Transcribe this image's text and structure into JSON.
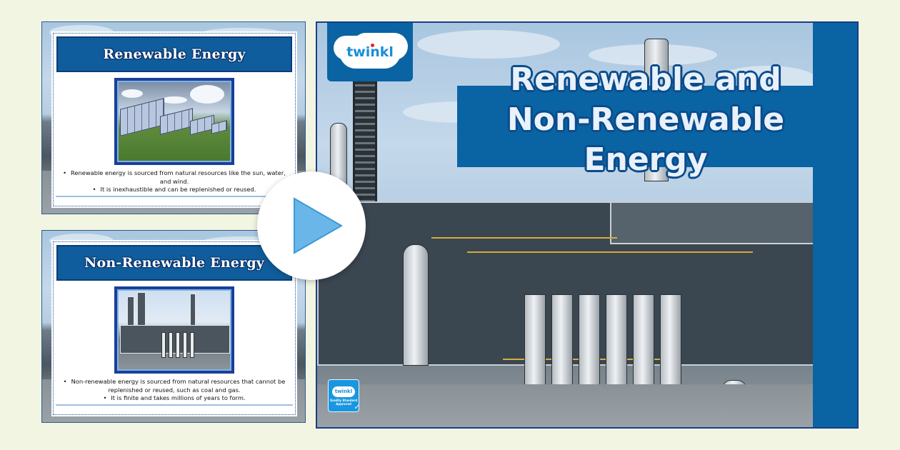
{
  "slides": [
    {
      "title": "Renewable Energy",
      "image": "solar-panels-illustration",
      "bullets": [
        "Renewable energy is sourced from natural resources like the sun, water, and wind.",
        "It is inexhaustible and can be replenished or reused."
      ]
    },
    {
      "title": "Non-Renewable Energy",
      "image": "refinery-illustration",
      "bullets": [
        "Non-renewable energy is sourced from natural resources that cannot be replenished or reused, such as coal and gas.",
        "It is finite and takes millions of years to form."
      ]
    }
  ],
  "main": {
    "title_lines": [
      "Renewable and",
      "Non-Renewable",
      "Energy"
    ],
    "logo": "twinkl",
    "badge": {
      "logo": "twinkl",
      "text": "Quality Standard Approved",
      "icon": "checkmark-icon"
    },
    "background": "oil-refinery-illustration"
  },
  "play_button": {
    "icon": "play-icon"
  },
  "colors": {
    "page_background": "#f2f5e2",
    "brand_blue": "#0a63a2",
    "dark_blue": "#0a3c7a",
    "play_triangle": "#6bb6e8",
    "logo_text": "#1a8ed8",
    "logo_dot": "#e2231a",
    "railing_yellow": "#d6ad3c"
  }
}
